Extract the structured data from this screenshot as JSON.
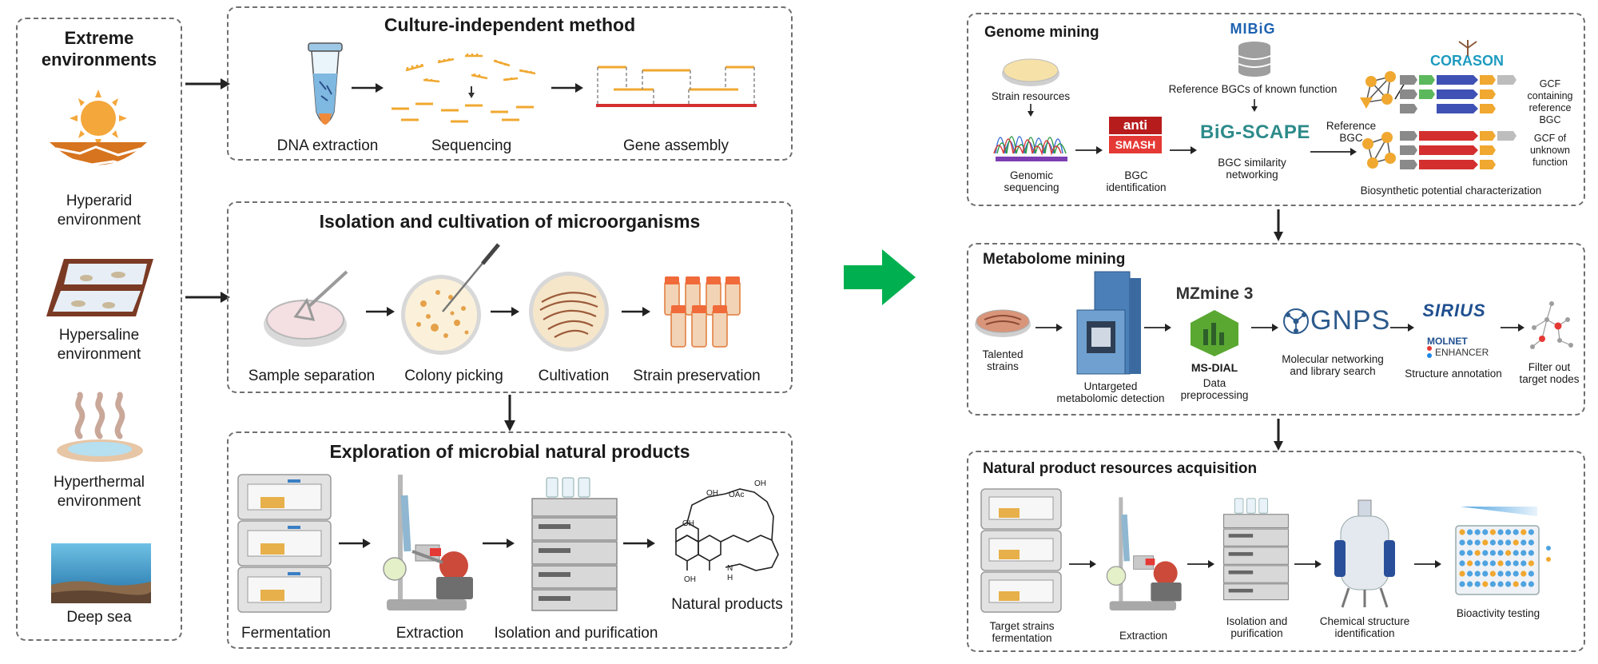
{
  "left": {
    "extreme_title": "Extreme environments",
    "environments": [
      "Hyperarid environment",
      "Hypersaline environment",
      "Hyperthermal environment",
      "Deep sea"
    ],
    "culture_independent": {
      "title": "Culture-independent method",
      "steps": [
        "DNA extraction",
        "Sequencing",
        "Gene assembly"
      ]
    },
    "isolation": {
      "title": "Isolation and cultivation of microorganisms",
      "steps": [
        "Sample separation",
        "Colony picking",
        "Cultivation",
        "Strain preservation"
      ]
    },
    "exploration": {
      "title": "Exploration of microbial natural products",
      "steps": [
        "Fermentation",
        "Extraction",
        "Isolation and purification",
        "Natural products"
      ],
      "molecule_labels": [
        "OH",
        "OAc",
        "OH",
        "OH",
        "OH",
        "N",
        "H"
      ]
    }
  },
  "right": {
    "genome": {
      "title": "Genome mining",
      "strain_resources": "Strain resources",
      "genomic_sequencing": "Genomic sequencing",
      "bgc_identification": "BGC identification",
      "mibig": "MIBiG",
      "reference_bgcs": "Reference BGCs of known function",
      "bigscape": "BiG-SCAPE",
      "bgc_similarity": "BGC similarity networking",
      "reference_bgc": "Reference BGC",
      "corason": "CORASON",
      "gcf_known": "GCF containing reference BGC",
      "gcf_unknown": "GCF of unknown function",
      "biosynthetic": "Biosynthetic potential characterization",
      "antismash_top": "anti",
      "antismash_bottom": "SMASH"
    },
    "metabolome": {
      "title": "Metabolome mining",
      "talented": "Talented strains",
      "untargeted": "Untargeted metabolomic detection",
      "mzmine": "MZmine 3",
      "msdial": "MS-DIAL",
      "data_pre": "Data preprocessing",
      "gnps": "GNPS",
      "molnet": "Molecular networking and library search",
      "sirius": "SIRIUS",
      "molnetenhancer_1": "MOLNET",
      "molnetenhancer_2": "ENHANCER",
      "structure_annot": "Structure annotation",
      "filter": "Filter out target nodes"
    },
    "acquisition": {
      "title": "Natural product resources acquisition",
      "target_ferm": "Target strains fermentation",
      "extraction": "Extraction",
      "isolation": "Isolation and purification",
      "chem": "Chemical structure identification",
      "bioactivity": "Bioactivity testing"
    }
  },
  "colors": {
    "arrow_big": "#00b050",
    "gene_orange": "#f0a830",
    "contig_red": "#d32f2f",
    "antismash_red": "#b71c1c",
    "bigscape_teal": "#2e8b8b",
    "gnps_blue": "#2c5a8c",
    "msdial_green": "#5aa832"
  }
}
